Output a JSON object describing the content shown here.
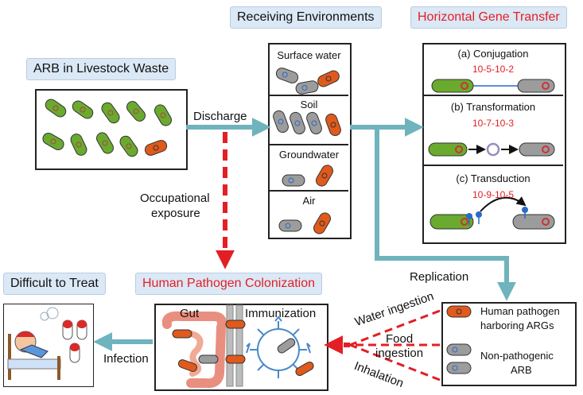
{
  "titles": {
    "receiving": "Receiving Environments",
    "hgt": "Horizontal Gene Transfer",
    "arb_waste": "ARB in Livestock Waste",
    "difficult": "Difficult to Treat",
    "colonization": "Human Pathogen Colonization"
  },
  "arrows": {
    "discharge": "Discharge",
    "occupational_1": "Occupational",
    "occupational_2": "exposure",
    "replication": "Replication",
    "infection": "Infection",
    "water_ingestion": "Water ingestion",
    "food_1": "Food",
    "food_2": "ingestion",
    "inhalation": "Inhalation"
  },
  "environments": [
    "Surface water",
    "Soil",
    "Groundwater",
    "Air"
  ],
  "hgt": {
    "conjugation": {
      "label": "(a) Conjugation",
      "rate": "10-5-10-2"
    },
    "transformation": {
      "label": "(b) Transformation",
      "rate": "10-7-10-3"
    },
    "transduction": {
      "label": "(c) Transduction",
      "rate": "10-9-10-5"
    }
  },
  "colonization_panel": {
    "gut": "Gut",
    "immunization": "Immunization"
  },
  "legend": {
    "pathogen_1": "Human pathogen",
    "pathogen_2": "harboring ARGs",
    "nonpath_1": "Non-pathogenic",
    "nonpath_2": "ARB"
  },
  "colors": {
    "teal_arrow": "#6fb3bd",
    "red_arrow": "#e31f26",
    "green_bacteria": "#6aaa2e",
    "gray_bacteria": "#9c9c9c",
    "orange_bacteria": "#e05a1c",
    "label_bg": "#dbe8f5"
  }
}
